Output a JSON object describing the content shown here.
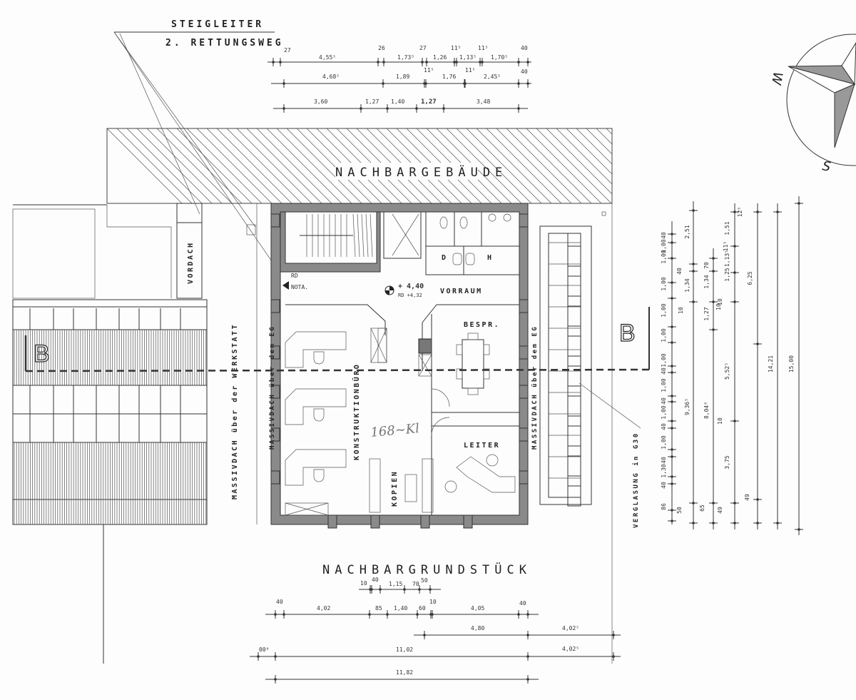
{
  "labels": {
    "steigleiter": "STEIGLEITER",
    "rettungsweg": "2. RETTUNGSWEG",
    "nachbargebaeude": "NACHBARGEBÄUDE",
    "nachbargrundstueck": "NACHBARGRUNDSTÜCK",
    "vordach": "VORDACH",
    "massivdach_werkstatt": "MASSIVDACH über der WERKSTATT",
    "massivdach_eg_left": "MASSIVDACH über dem EG",
    "massivdach_eg_right": "MASSIVDACH über dem EG",
    "verglasung": "VERGLASUNG in G30",
    "section_left": "B",
    "section_right": "B",
    "compass_w": "W",
    "compass_s": "S"
  },
  "rooms": {
    "vorraum": "VORRAUM",
    "bespr": "BESPR.",
    "leiter": "LEITER",
    "konstruktionsbuero": "KONSTRUKTIONBÜRO",
    "kopien": "KOPIEN",
    "wc_d": "D",
    "wc_h": "H",
    "rd": "RD",
    "nota": "NOTA.",
    "level": "+ 4,40",
    "level_rd": "RD +4,32",
    "handwritten": "168~Kl"
  },
  "dimensions": {
    "top_row1": [
      "27",
      "4,55⁵",
      "26",
      "1,73⁵",
      "27",
      "1,26",
      "11⁵",
      "1,13⁵",
      "11⁵",
      "1,70⁵",
      "40"
    ],
    "top_row2": [
      "4,68⁵",
      "1,89",
      "11⁵",
      "1,76",
      "11⁵",
      "2,45⁵",
      "40"
    ],
    "top_row3": [
      "3,60",
      "1,27",
      "1,40",
      "1,27",
      "3,48"
    ],
    "bottom_row1": [
      "10",
      "40",
      "1,15",
      "70",
      "50"
    ],
    "bottom_row2": [
      "40",
      "4,02",
      "85",
      "1,40",
      "60",
      "10",
      "4,05",
      "40"
    ],
    "bottom_row3": [
      "4,80",
      "4,02⁵"
    ],
    "bottom_row4": [
      "00⁶",
      "11,02",
      "4,02⁵"
    ],
    "bottom_row5": [
      "11,82"
    ],
    "right_col1": [
      "40",
      "1,00",
      "1,00",
      "1,00",
      "1,00",
      "1,00",
      "1,00",
      "40",
      "1,00",
      "40",
      "1,00",
      "40",
      "1,00",
      "40",
      "1,30",
      "40",
      "86"
    ],
    "right_col2": [
      "2,51",
      "40",
      "1,34",
      "10",
      "9,36⁵",
      "50"
    ],
    "right_col3": [
      "70",
      "1,34",
      "1,27",
      "8,04⁶",
      "10",
      "65"
    ],
    "right_col4": [
      "12⁵",
      "1,51",
      "11⁵",
      "1,13⁵",
      "1,25",
      "10",
      "5,52⁵",
      "10",
      "3,75",
      "49"
    ],
    "right_col5": [
      "6,25",
      "49"
    ],
    "right_col6": [
      "14,21"
    ],
    "right_col7": [
      "15,00"
    ]
  }
}
